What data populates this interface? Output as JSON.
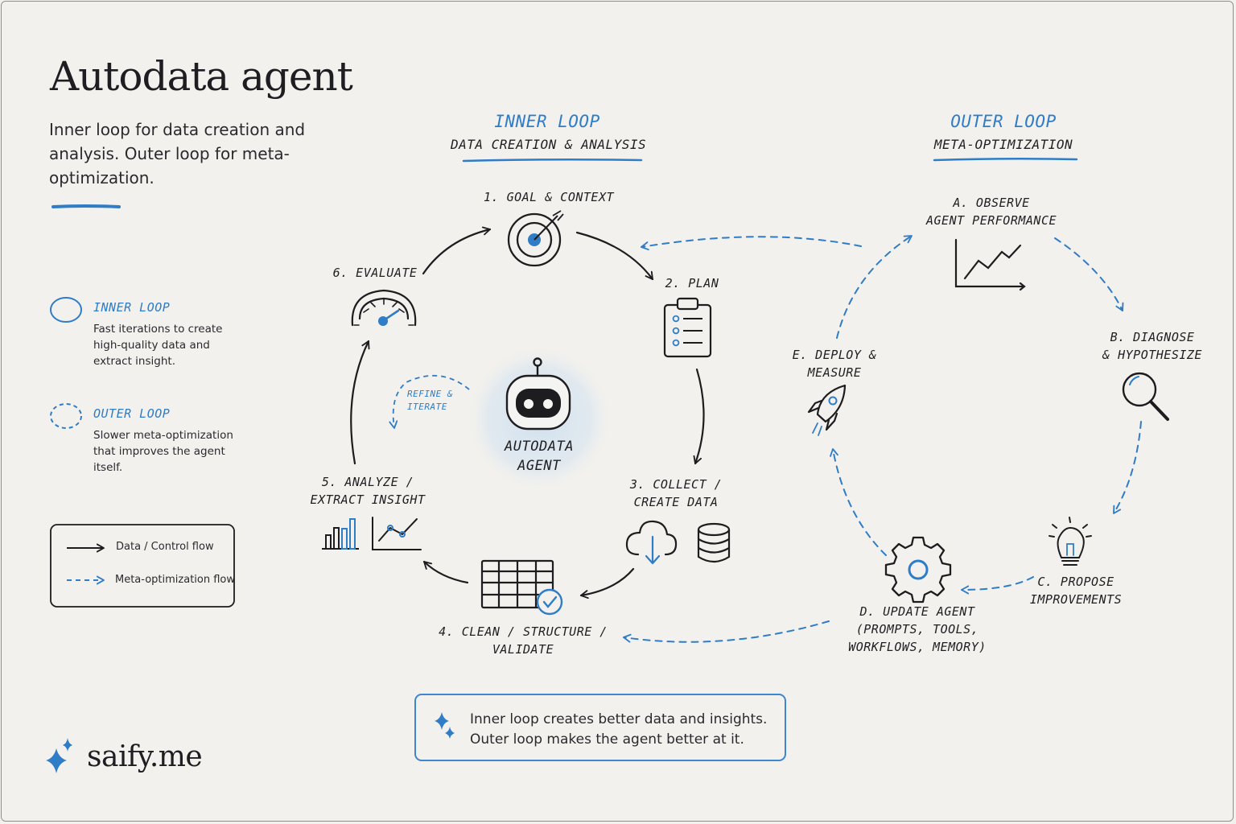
{
  "header": {
    "title": "Autodata agent",
    "subtitle": "Inner loop for data creation and analysis. Outer loop for meta-optimization."
  },
  "legend": {
    "inner": {
      "title": "INNER LOOP",
      "desc": "Fast iterations to create high-quality data and extract insight."
    },
    "outer": {
      "title": "OUTER LOOP",
      "desc": "Slower meta-optimization that improves the agent itself."
    },
    "key": {
      "data_flow": "Data / Control flow",
      "meta_flow": "Meta-optimization flow"
    }
  },
  "inner_loop": {
    "heading": "INNER LOOP",
    "subheading": "DATA CREATION & ANALYSIS",
    "steps": [
      {
        "label": "1. GOAL & CONTEXT",
        "icon": "target-icon"
      },
      {
        "label": "2. PLAN",
        "icon": "clipboard-icon"
      },
      {
        "label": "3. COLLECT /\nCREATE DATA",
        "icon": "cloud-download-icon"
      },
      {
        "label": "4. CLEAN / STRUCTURE /\nVALIDATE",
        "icon": "table-check-icon"
      },
      {
        "label": "5. ANALYZE /\nEXTRACT INSIGHT",
        "icon": "charts-icon"
      },
      {
        "label": "6. EVALUATE",
        "icon": "gauge-icon"
      }
    ],
    "center": {
      "label": "AUTODATA\nAGENT",
      "note": "REFINE &\nITERATE"
    }
  },
  "outer_loop": {
    "heading": "OUTER LOOP",
    "subheading": "META-OPTIMIZATION",
    "steps": [
      {
        "label": "A. OBSERVE\nAGENT PERFORMANCE",
        "icon": "line-chart-icon"
      },
      {
        "label": "B. DIAGNOSE\n& HYPOTHESIZE",
        "icon": "magnifier-icon"
      },
      {
        "label": "C. PROPOSE\nIMPROVEMENTS",
        "icon": "lightbulb-icon"
      },
      {
        "label": "D. UPDATE AGENT\n(PROMPTS, TOOLS,\nWORKFLOWS, MEMORY)",
        "icon": "gear-icon"
      },
      {
        "label": "E. DEPLOY &\nMEASURE",
        "icon": "rocket-icon"
      }
    ]
  },
  "callout": {
    "lines": [
      "Inner loop creates better data and insights.",
      "Outer loop makes the agent better at it."
    ],
    "icon": "sparkle-icon"
  },
  "brand": {
    "name": "saify.me",
    "icon": "sparkle-icon"
  },
  "colors": {
    "accent": "#2f7cc7",
    "ink": "#1d1d1f",
    "paper": "#f2f1ed",
    "glow": "#d6e3ef"
  }
}
